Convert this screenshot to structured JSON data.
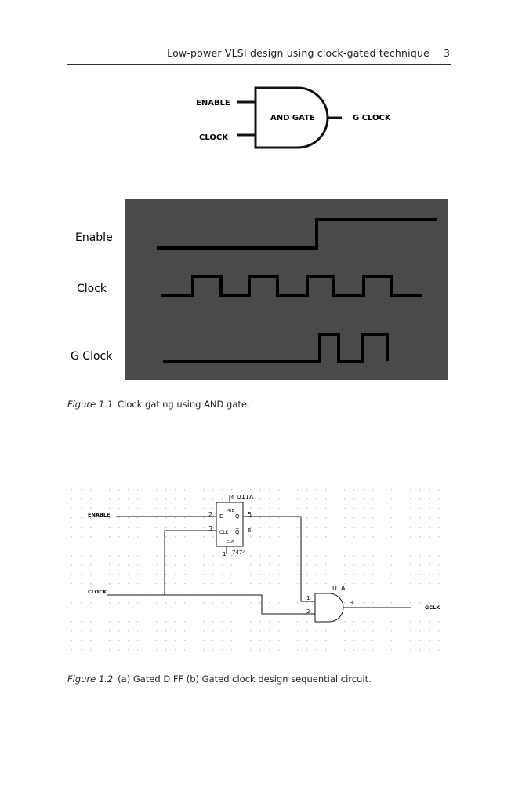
{
  "header": {
    "title": "Low-power VLSI design using clock-gated technique",
    "page_number": "3"
  },
  "figure1": {
    "gate": {
      "input_a": "ENABLE",
      "input_b": "CLOCK",
      "gate_label": "AND GATE",
      "output": "G CLOCK"
    },
    "waveforms": {
      "enable_label": "Enable",
      "clock_label": "Clock",
      "gclock_label": "G Clock",
      "background": "#4a4a4a",
      "line_color": "#000000"
    },
    "caption_label": "Figure 1.1",
    "caption_text": "Clock gating using AND gate."
  },
  "figure2": {
    "ff_name": "U11A",
    "ff_part": "7474",
    "pin_d": "D",
    "pin_clk": "CLK",
    "pin_q": "Q",
    "pin_qbar": "Q̅",
    "pin_pre": "PRE",
    "pin_clr": "CLR",
    "num_2": "2",
    "num_3": "3",
    "num_4": "4",
    "num_5": "5",
    "num_6": "6",
    "num_1": "1",
    "enable_label": "ENABLE",
    "clock_label": "CLOCK",
    "gate_name": "U1A",
    "gate_in1": "1",
    "gate_in2": "2",
    "gate_out": "3",
    "output_label": "GCLK",
    "caption_label": "Figure 1.2",
    "caption_text": "(a) Gated D FF (b) Gated clock design sequential circuit."
  }
}
